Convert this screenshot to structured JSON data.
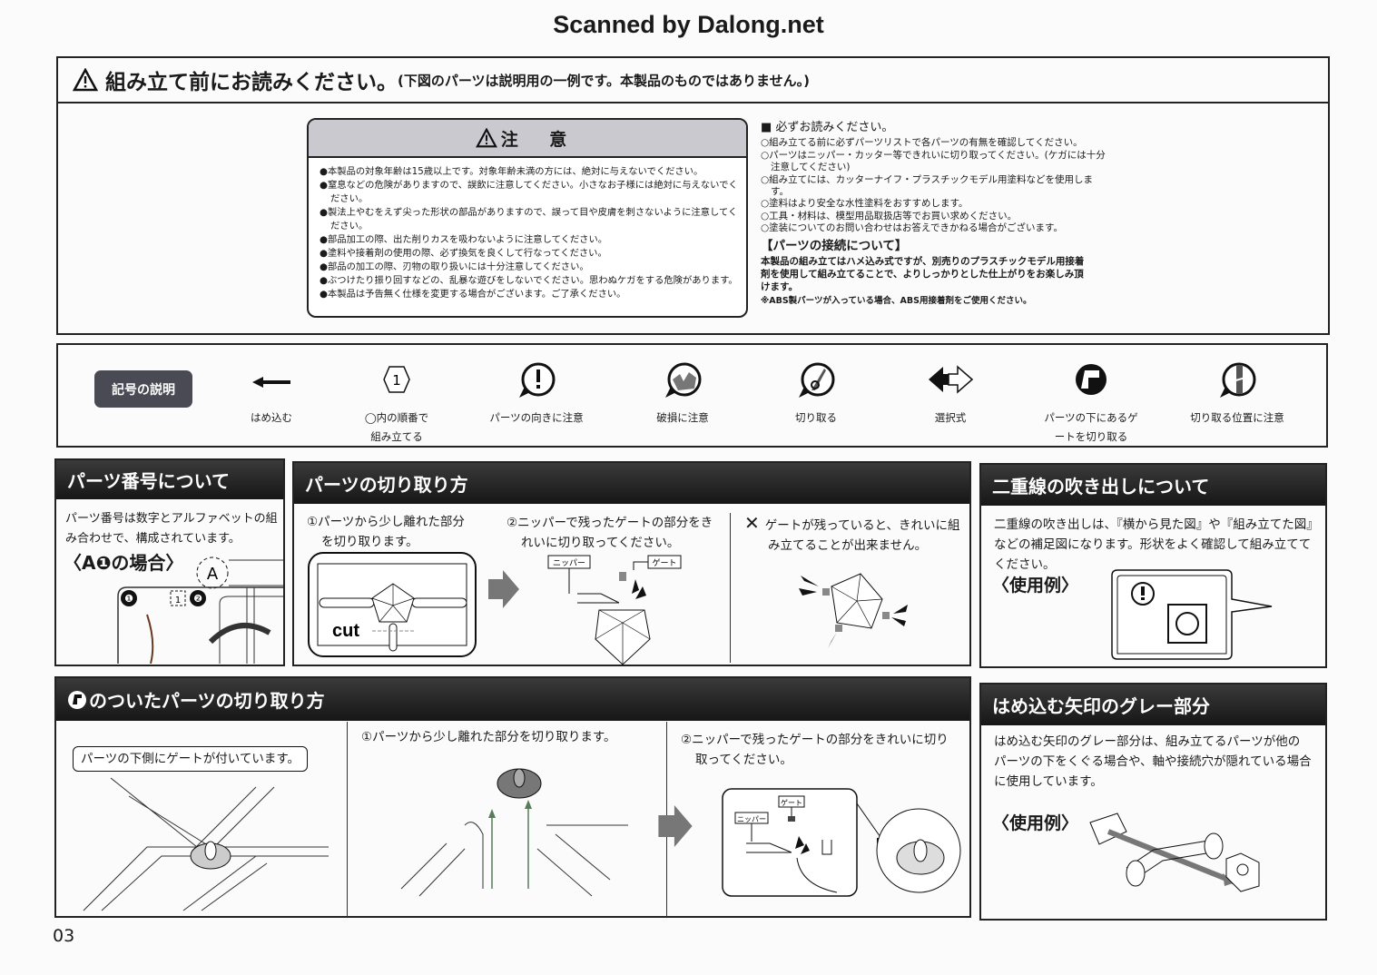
{
  "watermark": "Scanned by Dalong.net",
  "notice": {
    "title": "組み立て前にお読みください。",
    "subtitle": "(下図のパーツは説明用の一例です。本製品のものではありません。)",
    "caution_title": "注 意",
    "caution_items": [
      "●本製品の対象年齢は15歳以上です。対象年齢未満の方には、絶対に与えないでください。",
      "●窒息などの危険がありますので、誤飲に注意してください。小さなお子様には絶対に与えないでください。",
      "●製法上やむをえず尖った形状の部品がありますので、誤って目や皮膚を刺さないように注意してください。",
      "●部品加工の際、出た削りカスを吸わないように注意してください。",
      "●塗料や接着剤の使用の際、必ず換気を良くして行なってください。",
      "●部品の加工の際、刃物の取り扱いには十分注意してください。",
      "●ぶつけたり振り回すなどの、乱暴な遊びをしないでください。思わぬケガをする危険があります。",
      "●本製品は予告無く仕様を変更する場合がございます。ご了承ください。"
    ],
    "must_read_title": "■ 必ずお読みください。",
    "must_read_items": [
      "○組み立てる前に必ずパーツリストで各パーツの有無を確認してください。",
      "○パーツはニッパー・カッター等できれいに切り取ってください。(ケガには十分注意してください)",
      "○組み立てには、カッターナイフ・プラスチックモデル用塗料などを使用します。",
      "○塗料はより安全な水性塗料をおすすめします。",
      "○工具・材料は、模型用品取扱店等でお買い求めください。",
      "○塗装についてのお問い合わせはお答えできかねる場合がございます。"
    ],
    "connection_title": "【パーツの接続について】",
    "connection_text": "本製品の組み立てはハメ込み式ですが、別売りのプラスチックモデル用接着剤を使用して組み立てることで、よりしっかりとした仕上がりをお楽しみ頂けます。",
    "connection_note": "※ABS製パーツが入っている場合、ABS用接着剤をご使用ください。"
  },
  "legend": {
    "badge": "記号の説明",
    "symbols": [
      {
        "icon": "arrow-left-icon",
        "label": "はめ込む"
      },
      {
        "icon": "hexagon-number-icon",
        "number": "1",
        "label": "◯内の順番で組み立てる"
      },
      {
        "icon": "exclamation-bubble-icon",
        "label": "パーツの向きに注意"
      },
      {
        "icon": "breakage-icon",
        "label": "破損に注意"
      },
      {
        "icon": "cut-icon",
        "label": "切り取る"
      },
      {
        "icon": "two-way-arrow-icon",
        "label": "選択式"
      },
      {
        "icon": "under-gate-icon",
        "label": "パーツの下にあるゲートを切り取る"
      },
      {
        "icon": "cut-position-icon",
        "label": "切り取る位置に注意"
      }
    ]
  },
  "part_numbers": {
    "title": "パーツ番号について",
    "text": "パーツ番号は数字とアルファベットの組み合わせで、構成されています。",
    "example": "〈A❶の場合〉",
    "runner_letter": "A",
    "labels": [
      "❶",
      "1",
      "❷"
    ]
  },
  "cutting": {
    "title": "パーツの切り取り方",
    "step1": "①パーツから少し離れた部分を切り取ります。",
    "cut_label": "cut",
    "step2": "②ニッパーで残ったゲートの部分をきれいに切り取ってください。",
    "nipper_label": "ニッパー",
    "gate_label": "ゲート",
    "bad": "ゲートが残っていると、きれいに組み立てることが出来ません。"
  },
  "double_line": {
    "title": "二重線の吹き出しについて",
    "text": "二重線の吹き出しは、『横から見た図』や『組み立てた図』などの補足図になります。形状をよく確認して組み立ててください。",
    "example": "〈使用例〉"
  },
  "under_gate": {
    "title": "のついたパーツの切り取り方",
    "callout": "パーツの下側にゲートが付いています。",
    "step1": "①パーツから少し離れた部分を切り取ります。",
    "step2": "②ニッパーで残ったゲートの部分をきれいに切り取ってください。",
    "nipper_label": "ニッパー",
    "gate_label": "ゲート"
  },
  "gray_arrow": {
    "title": "はめ込む矢印のグレー部分",
    "text": "はめ込む矢印のグレー部分は、組み立てるパーツが他のパーツの下をくぐる場合や、軸や接続穴が隠れている場合に使用しています。",
    "example": "〈使用例〉"
  },
  "page_number": "03"
}
